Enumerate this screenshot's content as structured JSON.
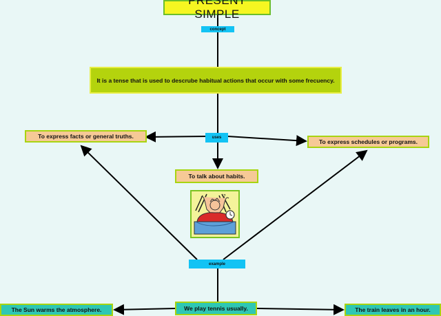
{
  "title": "PRESENT SIMPLE",
  "links": {
    "concept": "concept",
    "uses": "uses",
    "example": "example"
  },
  "definition": "It is a tense that is used to descrube habitual actions that occur with some frecuency.",
  "uses": [
    "To express facts or general truths.",
    "To talk about habits.",
    "To express schedules or programs."
  ],
  "examples": [
    "The Sun warms the atmosphere.",
    "We play tennis usually.",
    "The train leaves in an hour."
  ],
  "image": {
    "icon": "waking-up-person-with-alarm-clock-icon"
  },
  "colors": {
    "background": "#e9f7f6",
    "title_fill": "#f6f621",
    "link_label": "#13c3f4",
    "concept_fill": "#b4d30d",
    "use_fill": "#f6c996",
    "example_fill": "#2ec7b4",
    "border_green": "#a8d410"
  }
}
